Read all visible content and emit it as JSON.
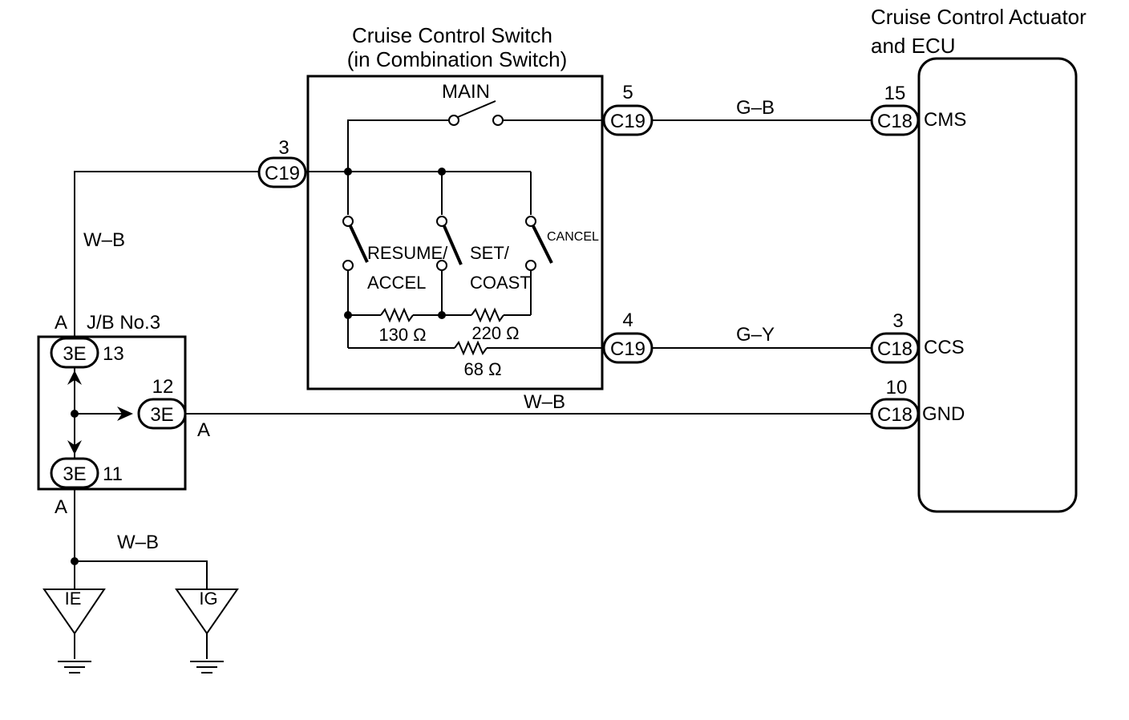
{
  "titles": {
    "switch_line1": "Cruise Control Switch",
    "switch_line2": "(in Combination Switch)",
    "ecu_line1": "Cruise Control Actuator",
    "ecu_line2": "and ECU",
    "jb": "J/B No.3"
  },
  "switch_labels": {
    "main": "MAIN",
    "resume_1": "RESUME/",
    "resume_2": "ACCEL",
    "set_1": "SET/",
    "set_2": "COAST",
    "cancel": "CANCEL"
  },
  "resistors": {
    "r1": "130 Ω",
    "r2": "220 Ω",
    "r3": "68 Ω"
  },
  "connectors": {
    "c19_pin3": {
      "code": "C19",
      "pin": "3"
    },
    "c19_pin5": {
      "code": "C19",
      "pin": "5"
    },
    "c19_pin4": {
      "code": "C19",
      "pin": "4"
    },
    "c18_pin15": {
      "code": "C18",
      "pin": "15",
      "terminal": "CMS"
    },
    "c18_pin3": {
      "code": "C18",
      "pin": "3",
      "terminal": "CCS"
    },
    "c18_pin10": {
      "code": "C18",
      "pin": "10",
      "terminal": "GND"
    },
    "jb_13": {
      "code": "3E",
      "pin": "13"
    },
    "jb_12": {
      "code": "3E",
      "pin": "12"
    },
    "jb_11": {
      "code": "3E",
      "pin": "11"
    }
  },
  "wires": {
    "w_b_left": "W–B",
    "g_b": "G–B",
    "g_y": "G–Y",
    "w_b_gnd": "W–B",
    "w_b_bottom": "W–B"
  },
  "marks": {
    "a_top": "A",
    "a_right": "A",
    "a_bottom": "A"
  },
  "grounds": {
    "ie": "IE",
    "ig": "IG"
  }
}
